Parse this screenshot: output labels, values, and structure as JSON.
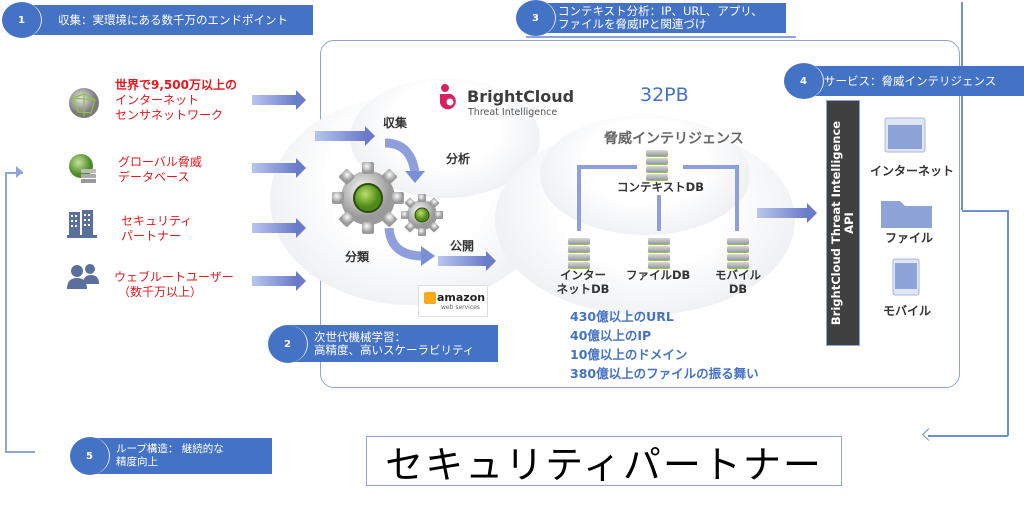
{
  "banners": {
    "b1": {
      "number": "1",
      "text": "収集：実環境にある数千万のエンドポイント"
    },
    "b2": {
      "number": "2",
      "line1": "次世代機械学習：",
      "line2": "高精度、高いスケーラビリティ"
    },
    "b3": {
      "number": "3",
      "line1": "コンテキスト分析：IP、URL、アプリ、",
      "line2": "ファイルを脅威IPと関連づけ"
    },
    "b4": {
      "number": "4",
      "text": "サービス：脅威インテリジェンス"
    },
    "b5": {
      "number": "5",
      "line1": "ループ構造： 継続的な",
      "line2": "精度向上"
    }
  },
  "sources": [
    {
      "icon": "globe-network-icon",
      "line1": "世界で9,500万以上の",
      "line2": "インターネット",
      "line3": "センサネットワーク"
    },
    {
      "icon": "globe-database-icon",
      "line1": "グローバル脅威",
      "line2": "データベース"
    },
    {
      "icon": "buildings-icon",
      "line1": "セキュリティ",
      "line2": "パートナー"
    },
    {
      "icon": "users-icon",
      "line1": "ウェブルートユーザー",
      "line2": "（数千万以上）"
    }
  ],
  "process": {
    "brand_name": "BrightCloud",
    "brand_tagline": "Threat Intelligence",
    "steps": {
      "collect": "収集",
      "analyze": "分析",
      "classify": "分類",
      "publish": "公開"
    },
    "aws_label": "amazon",
    "aws_sub": "web services"
  },
  "intel": {
    "capacity": "32PB",
    "title": "脅威インテリジェンス",
    "context_db": "コンテキストDB",
    "dbs": [
      {
        "line1": "インター",
        "line2": "ネットDB"
      },
      {
        "line1": "ファイルDB",
        "line2": ""
      },
      {
        "line1": "モバイル",
        "line2": "DB"
      }
    ],
    "stats": [
      "430億以上のURL",
      "40億以上のIP",
      "10億以上のドメイン",
      "380億以上のファイルの振る舞い"
    ]
  },
  "api": {
    "line1": "BrightCloud Threat Intelligence",
    "line2": "API"
  },
  "services": [
    {
      "icon": "browser-window-icon",
      "label": "インターネット"
    },
    {
      "icon": "folder-icon",
      "label": "ファイル"
    },
    {
      "icon": "mobile-device-icon",
      "label": "モバイル"
    }
  ],
  "footer_title": "セキュリティパートナー",
  "colors": {
    "accent": "#4472c4",
    "source_text": "#e8151b",
    "brand": "#d6215f",
    "api_bar": "#404040"
  }
}
